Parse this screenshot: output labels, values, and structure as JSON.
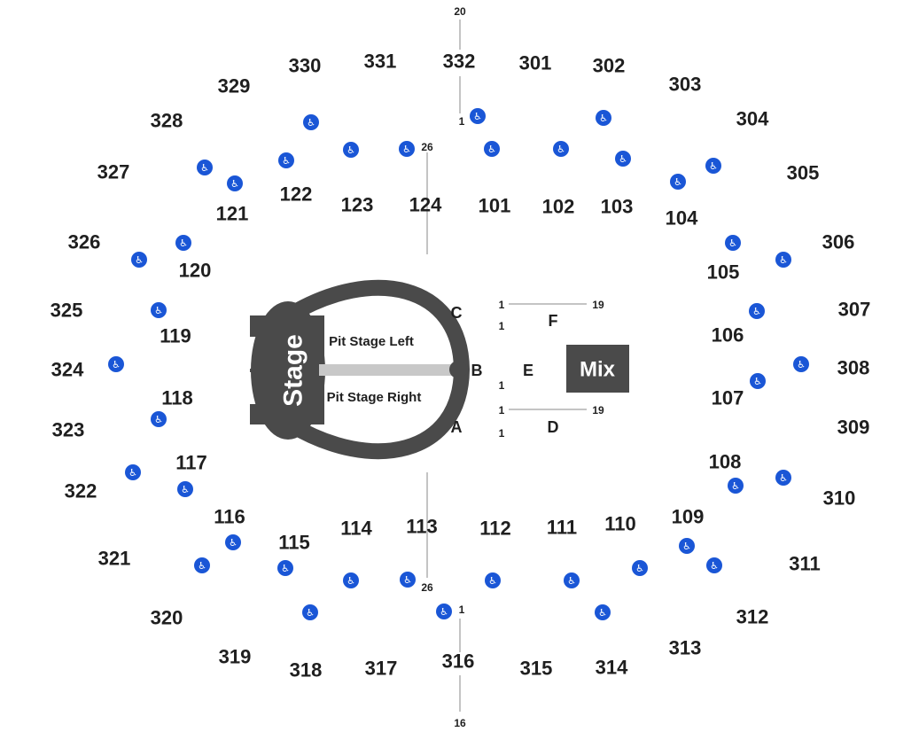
{
  "colors": {
    "text": "#1f1f1f",
    "stage": "#4a4a4a",
    "runway": "#c8c8c8",
    "mix": "#4a4a4a",
    "ada": "#1a56d6",
    "guide": "#888888"
  },
  "stage": {
    "label": "Stage"
  },
  "pit": {
    "left": "Pit Stage Left",
    "right": "Pit Stage Right"
  },
  "mix": {
    "label": "Mix"
  },
  "floor_rows": {
    "a": "A",
    "b": "B",
    "c": "C",
    "d": "D",
    "e": "E",
    "f": "F"
  },
  "seat_numbers": {
    "top_aisle_top": "20",
    "top_aisle_bottom": "1",
    "top_left_aisle": "26",
    "bottom_left_aisle": "26",
    "bottom_aisle_top": "1",
    "bottom_aisle_bottom": "16",
    "f_start": "1",
    "f_end": "19",
    "e_top": "1",
    "e_bottom": "1",
    "d_start": "1",
    "d_end": "19",
    "a_start": "1"
  },
  "sections_100": [
    "101",
    "102",
    "103",
    "104",
    "105",
    "106",
    "107",
    "108",
    "109",
    "110",
    "111",
    "112",
    "113",
    "114",
    "115",
    "116",
    "117",
    "118",
    "119",
    "120",
    "121",
    "122",
    "123",
    "124"
  ],
  "sections_300": [
    "301",
    "302",
    "303",
    "304",
    "305",
    "306",
    "307",
    "308",
    "309",
    "310",
    "311",
    "312",
    "313",
    "314",
    "315",
    "316",
    "317",
    "318",
    "319",
    "320",
    "321",
    "322",
    "323",
    "324",
    "325",
    "326",
    "327",
    "328",
    "329",
    "330",
    "331",
    "332"
  ],
  "accessible_icon": "wheelchair-icon",
  "accessible_count": 40
}
